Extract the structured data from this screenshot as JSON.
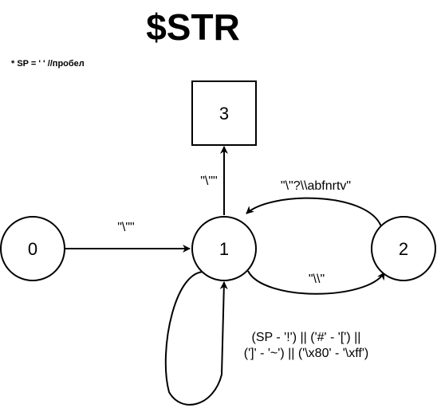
{
  "title": "$STR",
  "note": "* SP = ' ' //пробел",
  "states": [
    {
      "id": "state-0",
      "label": "0",
      "shape": "circle"
    },
    {
      "id": "state-1",
      "label": "1",
      "shape": "circle"
    },
    {
      "id": "state-2",
      "label": "2",
      "shape": "circle"
    },
    {
      "id": "state-3",
      "label": "3",
      "shape": "square"
    }
  ],
  "edges": {
    "e01": {
      "from": "0",
      "to": "1",
      "label": "\"\\\"\""
    },
    "e13": {
      "from": "1",
      "to": "3",
      "label": "\"\\\"\""
    },
    "e21": {
      "from": "2",
      "to": "1",
      "label": "\"\\\"?\\\\abfnrtv\""
    },
    "e12": {
      "from": "1",
      "to": "2",
      "label": "\"\\\\\""
    },
    "e11": {
      "from": "1",
      "to": "1",
      "label_line1": "(SP - '!') || ('#' - '[') ||",
      "label_line2": "(']' - '~') || ('\\x80' - '\\xff')"
    }
  },
  "colors": {
    "stroke": "#000000",
    "background": "#ffffff"
  }
}
